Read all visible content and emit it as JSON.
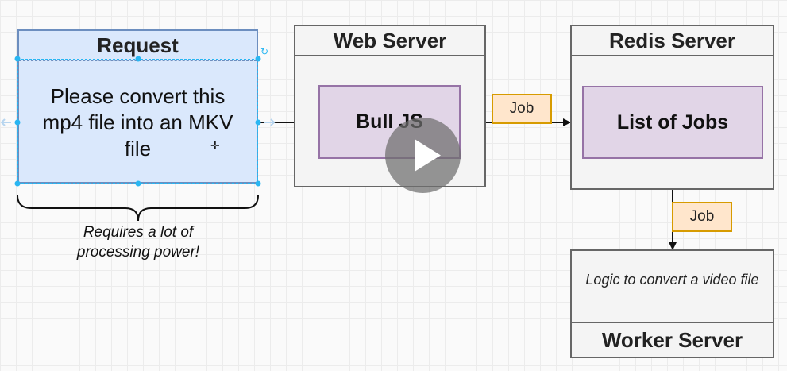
{
  "request": {
    "title": "Request",
    "body": "Please convert this mp4 file into an MKV file"
  },
  "annotation": "Requires a lot of processing power!",
  "web_server": {
    "title": "Web Server",
    "inner_label": "Bull JS"
  },
  "redis_server": {
    "title": "Redis Server",
    "inner_label": "List of Jobs"
  },
  "worker_server": {
    "title": "Worker Server",
    "description": "Logic to convert a video file"
  },
  "edge_labels": {
    "job_1": "Job",
    "job_2": "Job"
  },
  "colors": {
    "request_fill": "#dae8fc",
    "request_border": "#6c8ebf",
    "inner_fill": "#e1d5e7",
    "inner_border": "#9673a6",
    "server_fill": "#f4f4f4",
    "server_border": "#666666",
    "label_fill": "#ffe6cc",
    "label_border": "#d79b00",
    "selection": "#29b6f2"
  },
  "icons": [
    "play-icon",
    "rotate-icon",
    "move-cursor-icon"
  ]
}
